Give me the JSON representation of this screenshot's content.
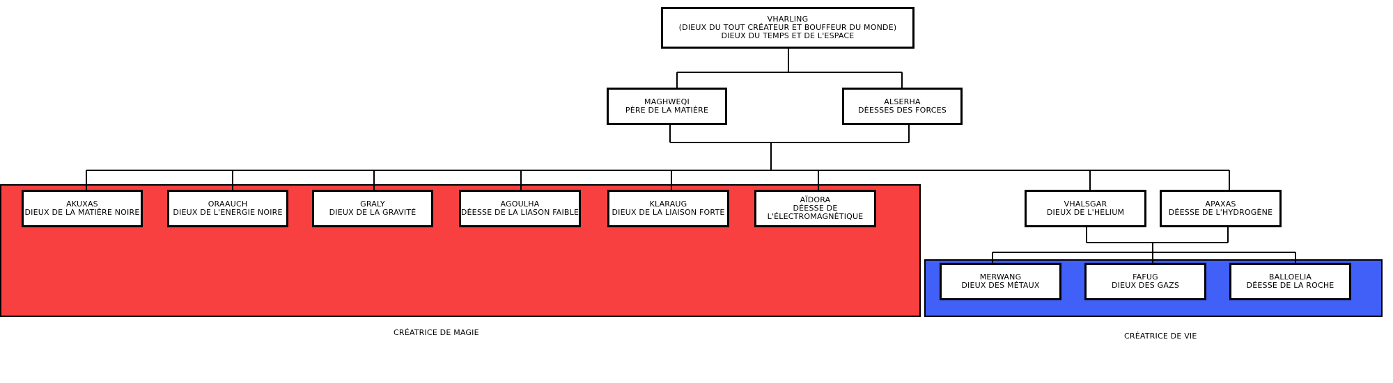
{
  "colors": {
    "magic_group": "#f84040",
    "life_group": "#4060f8"
  },
  "groups": {
    "magic": {
      "caption": "Créatrice de magie"
    },
    "life": {
      "caption": "Créatrice de vie"
    }
  },
  "nodes": {
    "vharling": {
      "line1": "Vharling",
      "line2": "(Dieux du tout créateur et bouffeur du monde)",
      "line3": "Dieux du temps et de l'espace"
    },
    "maghweqi": {
      "line1": "Maghweqi",
      "line2": "Père de la matière"
    },
    "alserha": {
      "line1": "Alserha",
      "line2": "Déesses des forces"
    },
    "akuxas": {
      "line1": "Akuxas",
      "line2": "Dieux de la matière noire"
    },
    "oraauch": {
      "line1": "Oraauch",
      "line2": "Dieux de l'energie noire"
    },
    "graly": {
      "line1": "Graly",
      "line2": "Dieux de la gravité"
    },
    "agoulha": {
      "line1": "Agoulha",
      "line2": "Déesse de la liason faible"
    },
    "klaraug": {
      "line1": "Klaraug",
      "line2": "Dieux de la liaison forte"
    },
    "aidora": {
      "line1": "Aïdora",
      "line2": "Déesse de",
      "line3": "l'électromagnétique"
    },
    "vhalsgar": {
      "line1": "Vhalsgar",
      "line2": "Dieux de l'helium"
    },
    "apaxas": {
      "line1": "Apaxas",
      "line2": "Déesse de l'hydrogène"
    },
    "merwang": {
      "line1": "Merwang",
      "line2": "Dieux des métaux"
    },
    "fafug": {
      "line1": "Fafug",
      "line2": "Dieux des gazs"
    },
    "balloelia": {
      "line1": "Balloelia",
      "line2": "Déesse de la roche"
    }
  }
}
